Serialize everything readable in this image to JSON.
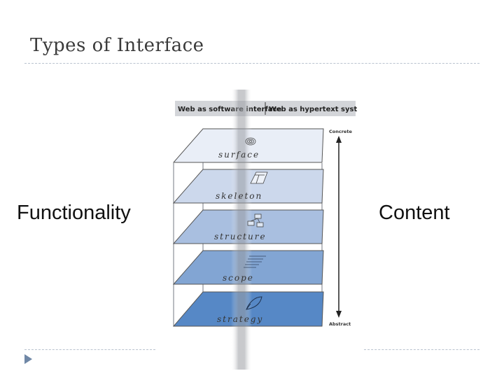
{
  "slide": {
    "title": "Types of Interface",
    "left_label": "Functionality",
    "right_label": "Content"
  },
  "diagram": {
    "header_left": "Web as software interface",
    "header_right": "Web as hypertext system",
    "axis_top": "Concrete",
    "axis_bottom": "Abstract",
    "layers": [
      {
        "name": "surface",
        "color": "#e9eef7",
        "icon": "fingerprint-icon"
      },
      {
        "name": "skeleton",
        "color": "#ccd8ec",
        "icon": "wireframe-icon"
      },
      {
        "name": "structure",
        "color": "#a9bfe0",
        "icon": "structure-icon"
      },
      {
        "name": "scope",
        "color": "#82a5d3",
        "icon": "list-icon"
      },
      {
        "name": "strategy",
        "color": "#5688c6",
        "icon": "pen-icon"
      }
    ]
  },
  "colors": {
    "header_bg": "#d3d5d9",
    "frame": "#8c9098",
    "rule": "#b9c3cf",
    "nav_arrow": "#6f87a6",
    "divider_band": "#9a9da3"
  }
}
